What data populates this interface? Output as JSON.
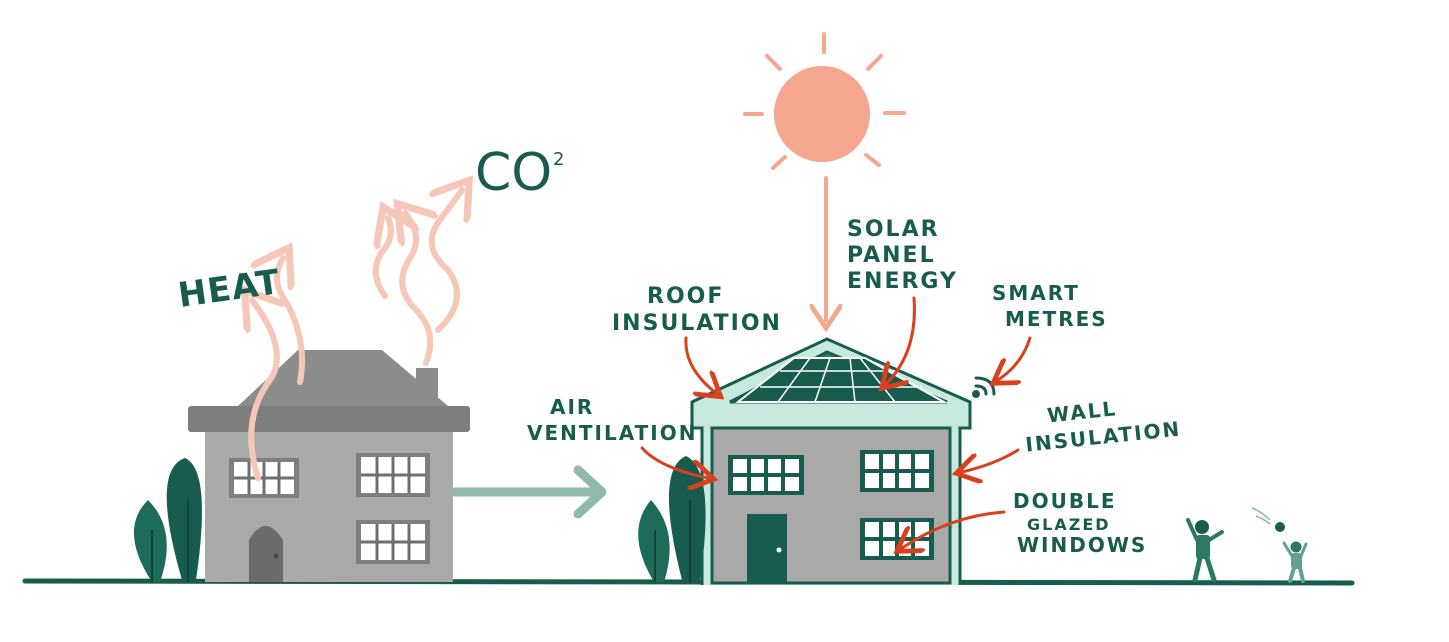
{
  "labels": {
    "heat": "HEAT",
    "co2": "CO",
    "co2_sup": "2",
    "roof_insulation": [
      "ROOF",
      "INSULATION"
    ],
    "solar_panel_energy": [
      "SOLAR",
      "PANEL",
      "ENERGY"
    ],
    "smart_metres": [
      "SMART",
      "METRES"
    ],
    "air_ventilation": [
      "AIR",
      "VENTILATION"
    ],
    "wall_insulation": [
      "WALL",
      "INSULATION"
    ],
    "double_glazed_windows": [
      "DOUBLE",
      "GLAZED",
      "WINDOWS"
    ]
  },
  "colors": {
    "teal_dark": "#175c4e",
    "teal_mid": "#2d7a63",
    "teal_light": "#c6e8dd",
    "arrow_teal": "#8fb9aa",
    "grey_wall": "#a9a9a9",
    "grey_roof": "#8c8c8c",
    "sun": "#f5a68f",
    "heat_arrow": "#f6c7b8",
    "callout_arrow": "#d9401e"
  }
}
